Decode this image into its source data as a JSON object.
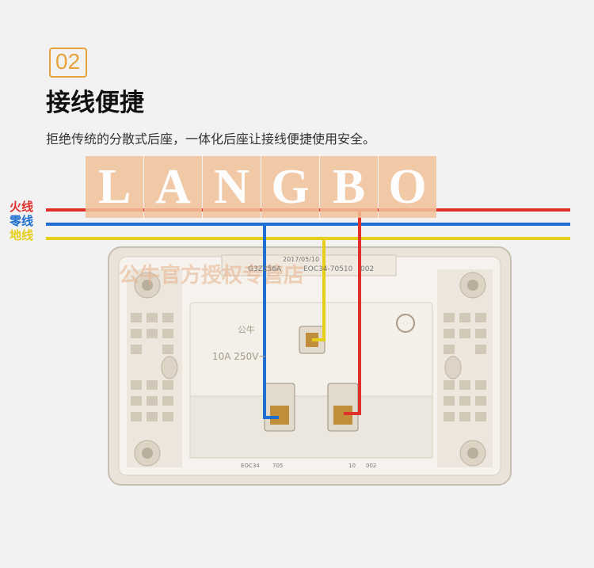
{
  "section": {
    "number": "02",
    "title": "接线便捷",
    "description": "拒绝传统的分散式后座，一体化后座让接线便捷使用安全。"
  },
  "brand": {
    "letters": [
      "L",
      "A",
      "N",
      "G",
      "B",
      "O"
    ]
  },
  "wire_legend": {
    "fire": "火线",
    "neutral": "零线",
    "earth": "地线"
  },
  "socket_text": {
    "model": "G3Z256A",
    "date": "2017/05/10",
    "code": "EOC34-70510",
    "serial": "002",
    "rating": "10A 250V~",
    "brand_mark": "公牛",
    "bottom_left": "EOC34",
    "bottom_mid": "705",
    "bottom_right1": "10",
    "bottom_right2": "002"
  },
  "colors": {
    "accent": "#e8a33d",
    "fire": "#e0302a",
    "neutral": "#1e6fd0",
    "earth": "#e5cf1b"
  }
}
